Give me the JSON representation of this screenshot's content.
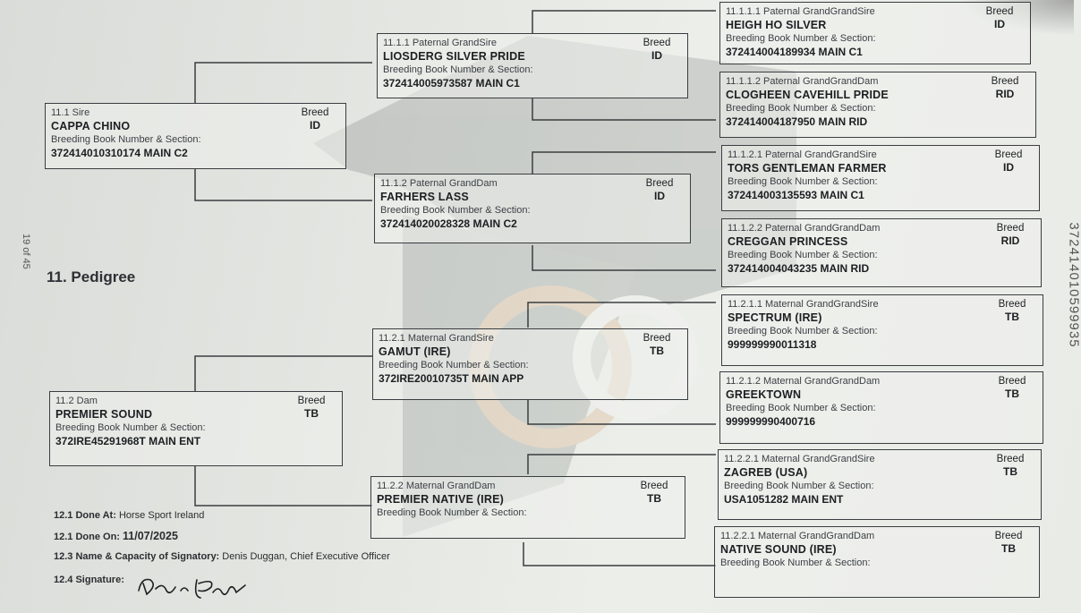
{
  "page": {
    "page_number": "19 of 45",
    "side_number": "372414010599935",
    "section_title": "11. Pedigree"
  },
  "breed_label": "Breed",
  "bb_label": "Breeding Book Number & Section:",
  "pedigree": {
    "sire": {
      "role": "11.1 Sire",
      "name": "CAPPA CHINO",
      "breed": "ID",
      "number": "372414010310174 MAIN C2"
    },
    "dam": {
      "role": "11.2 Dam",
      "name": "PREMIER SOUND",
      "breed": "TB",
      "number": "372IRE45291968T MAIN ENT"
    },
    "pgs": {
      "role": "11.1.1 Paternal GrandSire",
      "name": "LIOSDERG SILVER PRIDE",
      "breed": "ID",
      "number": "372414005973587 MAIN C1"
    },
    "pgd": {
      "role": "11.1.2 Paternal GrandDam",
      "name": "FARHERS LASS",
      "breed": "ID",
      "number": "372414020028328 MAIN C2"
    },
    "mgs": {
      "role": "11.2.1 Maternal GrandSire",
      "name": "GAMUT (IRE)",
      "breed": "TB",
      "number": "372IRE20010735T MAIN APP"
    },
    "mgd": {
      "role": "11.2.2 Maternal GrandDam",
      "name": "PREMIER NATIVE (IRE)",
      "breed": "TB",
      "number": ""
    },
    "ggp1": {
      "role": "11.1.1.1 Paternal GrandGrandSire",
      "name": "HEIGH HO SILVER",
      "breed": "ID",
      "number": "372414004189934 MAIN C1"
    },
    "ggp2": {
      "role": "11.1.1.2 Paternal GrandGrandDam",
      "name": "CLOGHEEN CAVEHILL PRIDE",
      "breed": "RID",
      "number": "372414004187950 MAIN RID"
    },
    "ggp3": {
      "role": "11.1.2.1 Paternal GrandGrandSire",
      "name": "TORS GENTLEMAN FARMER",
      "breed": "ID",
      "number": "372414003135593 MAIN C1"
    },
    "ggp4": {
      "role": "11.1.2.2 Paternal GrandGrandDam",
      "name": "CREGGAN PRINCESS",
      "breed": "RID",
      "number": "372414004043235 MAIN RID"
    },
    "ggm1": {
      "role": "11.2.1.1 Maternal GrandGrandSire",
      "name": "SPECTRUM (IRE)",
      "breed": "TB",
      "number": "999999990011318"
    },
    "ggm2": {
      "role": "11.2.1.2 Maternal GrandGrandDam",
      "name": "GREEKTOWN",
      "breed": "TB",
      "number": "999999990400716"
    },
    "ggm3": {
      "role": "11.2.2.1 Maternal GrandGrandSire",
      "name": "ZAGREB (USA)",
      "breed": "TB",
      "number": "USA1051282 MAIN ENT"
    },
    "ggm4": {
      "role": "11.2.2.1 Maternal GrandGrandDam",
      "name": "NATIVE SOUND (IRE)",
      "breed": "TB",
      "number": ""
    }
  },
  "footer": {
    "done_at_label": "12.1 Done At:",
    "done_at": "Horse Sport Ireland",
    "done_on_label": "12.1 Done On:",
    "done_on": "11/07/2025",
    "signatory_label": "12.3 Name & Capacity of Signatory:",
    "signatory": "Denis Duggan, Chief Executive Officer",
    "signature_label": "12.4 Signature:"
  }
}
